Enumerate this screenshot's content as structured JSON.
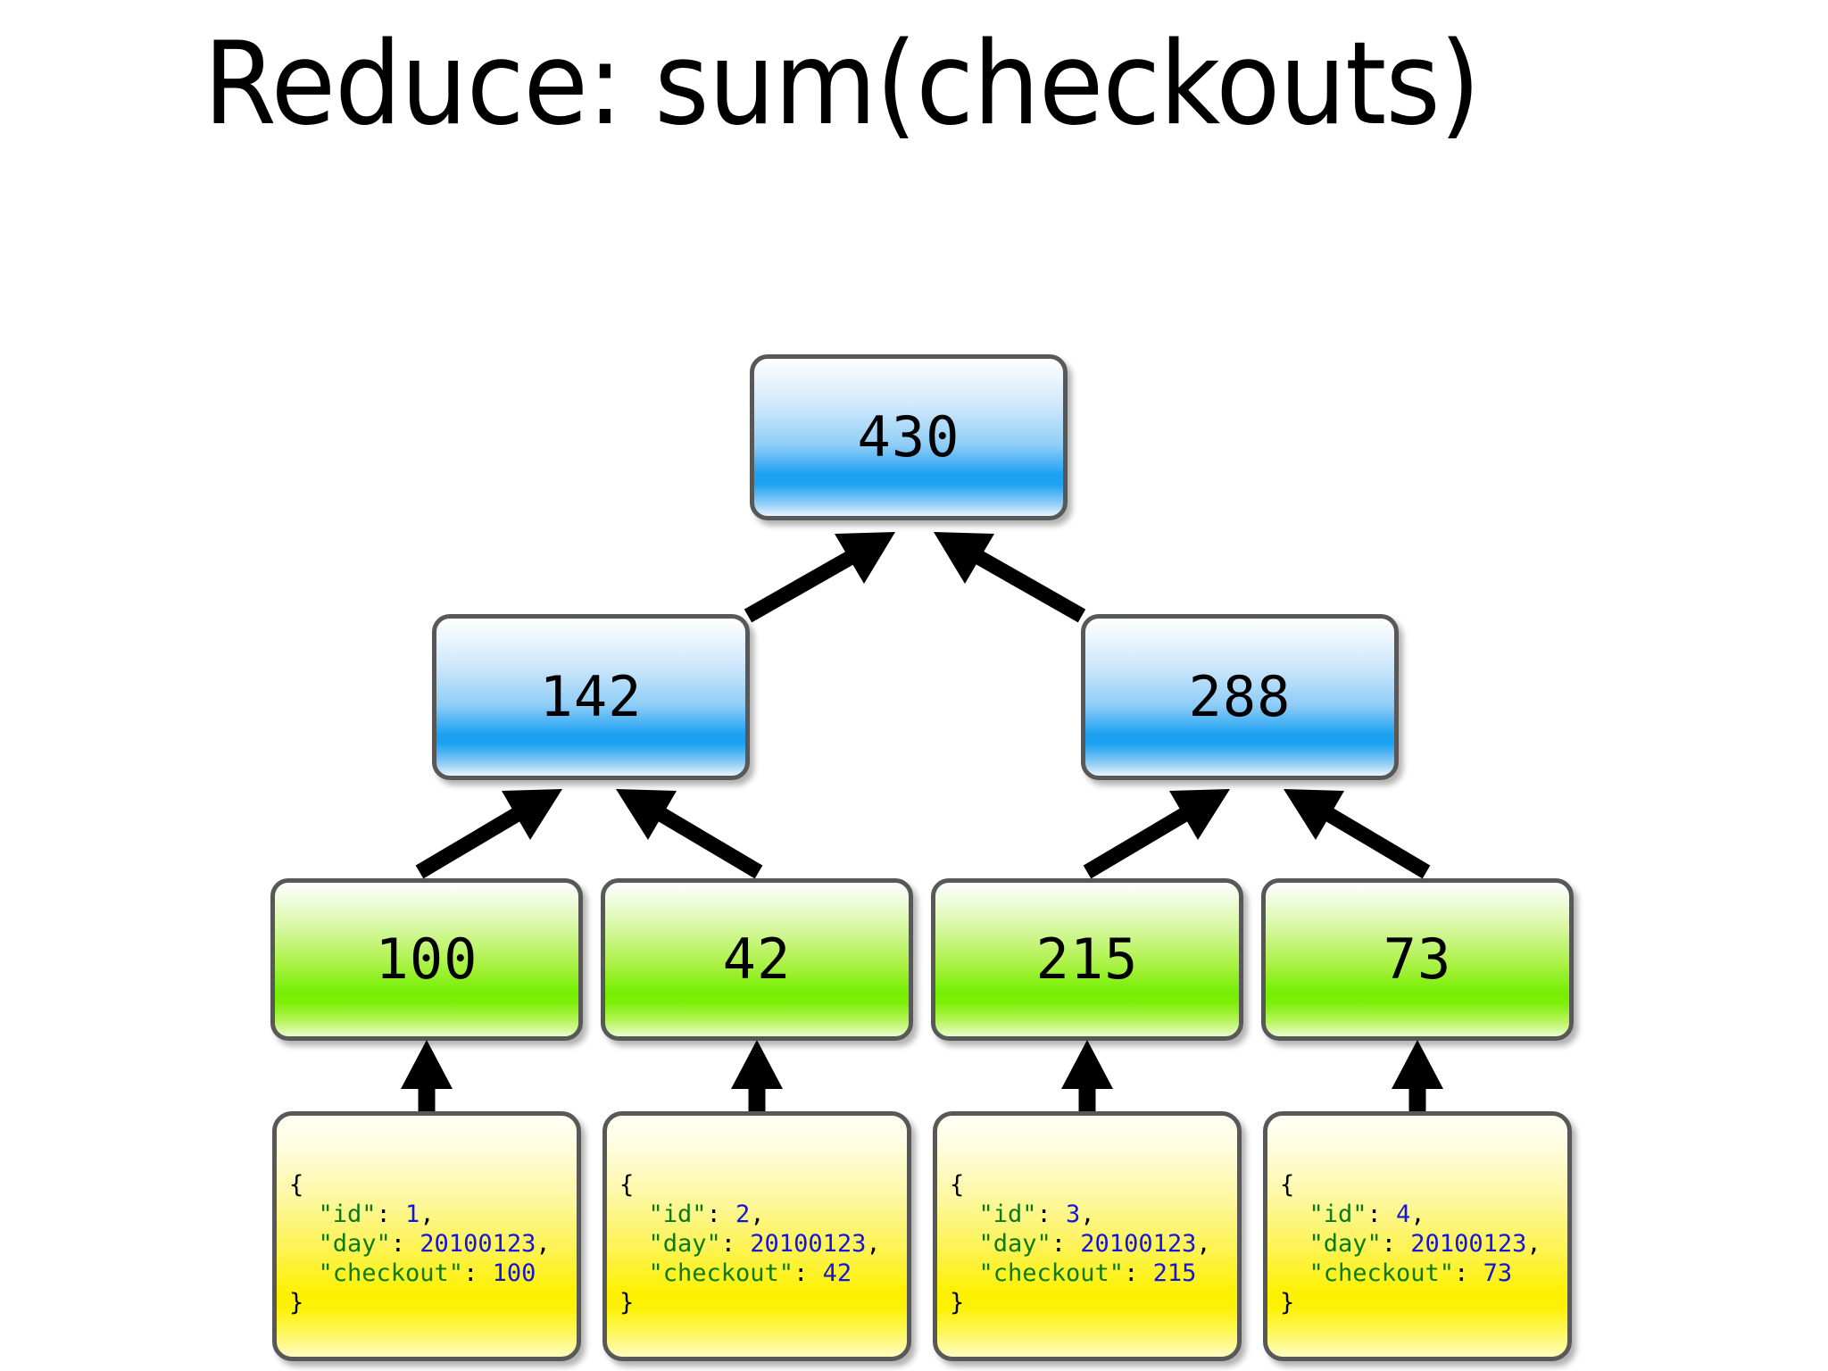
{
  "slide": {
    "title": "Reduce: sum(checkouts)",
    "background_color": "#ffffff"
  },
  "palette": {
    "blue_node": "#1ea3f3",
    "green_node": "#7cef06",
    "yellow_note": "#fdf100",
    "node_border": "#585858",
    "json_key": "#0a7a12",
    "json_number": "#1414dd",
    "json_brace": "#000000",
    "arrow": "#000000"
  },
  "tree": {
    "root": {
      "label": "430",
      "color": "blue"
    },
    "level2": [
      {
        "label": "142",
        "color": "blue"
      },
      {
        "label": "288",
        "color": "blue"
      }
    ],
    "level3": [
      {
        "label": "100",
        "color": "green"
      },
      {
        "label": "42",
        "color": "green"
      },
      {
        "label": "215",
        "color": "green"
      },
      {
        "label": "73",
        "color": "green"
      }
    ]
  },
  "records": [
    {
      "open_brace": "{",
      "id_key": "\"id\"",
      "id_sep": ": ",
      "id_value": "1",
      "id_comma": ",",
      "day_key": "\"day\"",
      "day_sep": ": ",
      "day_value": "20100123",
      "day_comma": ",",
      "checkout_key": "\"checkout\"",
      "checkout_sep": ": ",
      "checkout_value": "100",
      "close_brace": "}"
    },
    {
      "open_brace": "{",
      "id_key": "\"id\"",
      "id_sep": ": ",
      "id_value": "2",
      "id_comma": ",",
      "day_key": "\"day\"",
      "day_sep": ": ",
      "day_value": "20100123",
      "day_comma": ",",
      "checkout_key": "\"checkout\"",
      "checkout_sep": ": ",
      "checkout_value": "42",
      "close_brace": "}"
    },
    {
      "open_brace": "{",
      "id_key": "\"id\"",
      "id_sep": ": ",
      "id_value": "3",
      "id_comma": ",",
      "day_key": "\"day\"",
      "day_sep": ": ",
      "day_value": "20100123",
      "day_comma": ",",
      "checkout_key": "\"checkout\"",
      "checkout_sep": ": ",
      "checkout_value": "215",
      "close_brace": "}"
    },
    {
      "open_brace": "{",
      "id_key": "\"id\"",
      "id_sep": ": ",
      "id_value": "4",
      "id_comma": ",",
      "day_key": "\"day\"",
      "day_sep": ": ",
      "day_value": "20100123",
      "day_comma": ",",
      "checkout_key": "\"checkout\"",
      "checkout_sep": ": ",
      "checkout_value": "73",
      "close_brace": "}"
    }
  ],
  "arrows": [
    {
      "name": "arrow-142-to-430",
      "kind": "diagonal-up-right"
    },
    {
      "name": "arrow-288-to-430",
      "kind": "diagonal-up-left"
    },
    {
      "name": "arrow-100-to-142",
      "kind": "diagonal-up-right"
    },
    {
      "name": "arrow-42-to-142",
      "kind": "diagonal-up-left"
    },
    {
      "name": "arrow-215-to-288",
      "kind": "diagonal-up-right"
    },
    {
      "name": "arrow-73-to-288",
      "kind": "diagonal-up-left"
    },
    {
      "name": "arrow-record1-to-100",
      "kind": "vertical-up"
    },
    {
      "name": "arrow-record2-to-42",
      "kind": "vertical-up"
    },
    {
      "name": "arrow-record3-to-215",
      "kind": "vertical-up"
    },
    {
      "name": "arrow-record4-to-73",
      "kind": "vertical-up"
    }
  ]
}
